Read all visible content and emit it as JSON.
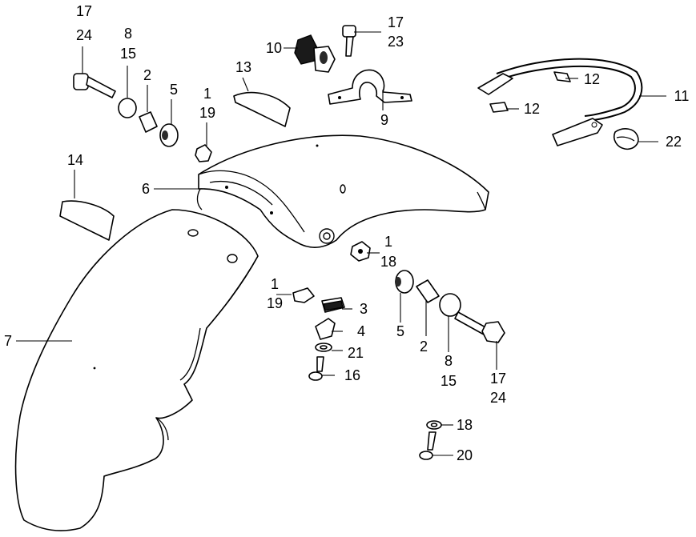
{
  "diagram": {
    "callouts": {
      "c_17_24_top": {
        "a": "17",
        "b": "24"
      },
      "c_8_15_top": {
        "a": "8",
        "b": "15"
      },
      "c_2_top": "2",
      "c_5_top": "5",
      "c_1_19_top": {
        "a": "1",
        "b": "19"
      },
      "c_13": "13",
      "c_10": "10",
      "c_17_23": {
        "a": "17",
        "b": "23"
      },
      "c_9": "9",
      "c_11": "11",
      "c_12_a": "12",
      "c_12_b": "12",
      "c_22": "22",
      "c_14": "14",
      "c_6": "6",
      "c_7": "7",
      "c_1_18": {
        "a": "1",
        "b": "18"
      },
      "c_1_19_mid": {
        "a": "1",
        "b": "19"
      },
      "c_3": "3",
      "c_4": "4",
      "c_21": "21",
      "c_16": "16",
      "c_5_bottom": "5",
      "c_2_bottom": "2",
      "c_8_15_bottom": {
        "a": "8",
        "b": "15"
      },
      "c_17_24_bottom": {
        "a": "17",
        "b": "24"
      },
      "c_18": "18",
      "c_20": "20"
    },
    "colors": {
      "line": "#000000",
      "background": "#ffffff"
    }
  }
}
